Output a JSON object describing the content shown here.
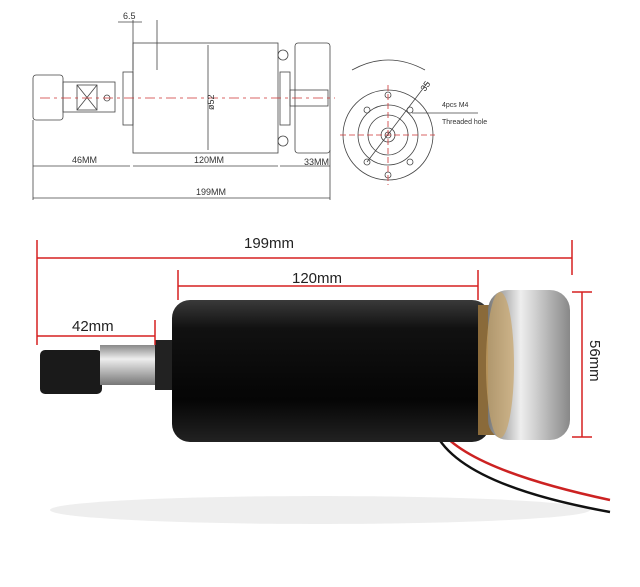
{
  "drawing": {
    "dim_flange": "6.5",
    "dim_front": "46MM",
    "dim_body": "120MM",
    "dim_rear": "33MM",
    "dim_total": "199MM",
    "dim_diameter": "ø52",
    "dim_bolt_circle": "35",
    "note_line1": "4pcs M4",
    "note_line2": "Threaded hole"
  },
  "photo": {
    "dim_total": "199mm",
    "dim_body": "120mm",
    "dim_front": "42mm",
    "dim_diameter": "56mm"
  },
  "colors": {
    "dimension_red": "#d62020",
    "centerline": "#c33",
    "motor_body": "#111111"
  }
}
